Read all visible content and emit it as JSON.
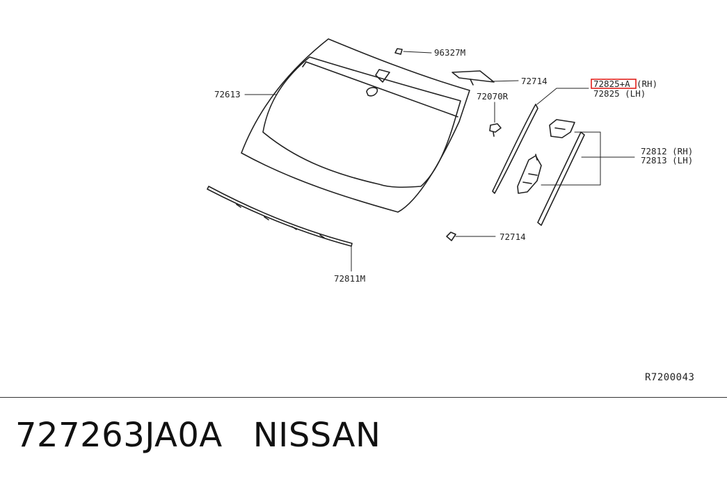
{
  "parts": {
    "label_96327M": "96327M",
    "label_72714_top": "72714",
    "label_72825A_rh": "72825+A",
    "label_rh_suffix": "(RH)",
    "label_72825_lh": "72825 (LH)",
    "label_72613": "72613",
    "label_72070R": "72070R",
    "label_72812_rh": "72812 (RH)",
    "label_72813_lh": "72813 (LH)",
    "label_72714_bottom": "72714",
    "label_72811M": "72811M"
  },
  "diagram_ref": "R7200043",
  "footer": {
    "part_number": "727263JA0A",
    "brand": "NISSAN"
  },
  "highlight_color": "#e0201b"
}
